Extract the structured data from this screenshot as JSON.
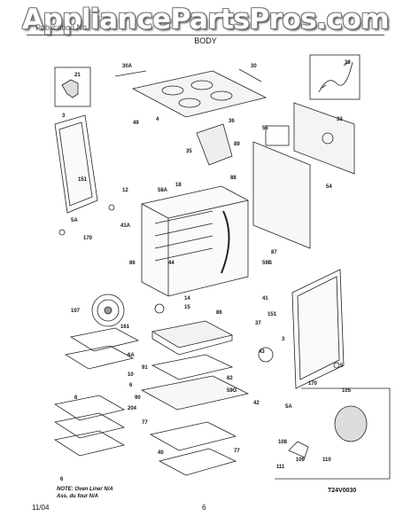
{
  "watermark": "AppliancePartsPros.com",
  "header": {
    "left": "Publication No.",
    "right": "",
    "title": "BODY"
  },
  "note": {
    "line1": "NOTE: Oven Liner N/A",
    "line2": "Ass. du four N/A"
  },
  "diagram_code": "T24V0030",
  "footer": {
    "date": "11/04",
    "page": "6"
  },
  "callouts": {
    "c21": "21",
    "c30a": "30A",
    "c30": "30",
    "c39": "39",
    "c3a": "3",
    "c4": "4",
    "c49": "49",
    "c33": "33",
    "c36": "36",
    "c55": "55",
    "c151a": "151",
    "c35": "35",
    "c89": "89",
    "c12": "12",
    "c58a": "58A",
    "c18": "18",
    "c88": "88",
    "c54": "54",
    "c5a": "5A",
    "c170a": "170",
    "c41a": "41A",
    "c86a": "86",
    "c44": "44",
    "c87": "87",
    "c59b": "59B",
    "c107": "107",
    "c14": "14",
    "c41": "41",
    "c15": "15",
    "c86b": "86",
    "c151b": "151",
    "c161": "161",
    "c37": "37",
    "c3b": "3",
    "c43": "43",
    "c6a": "6A",
    "c10": "10",
    "c91": "91",
    "c82": "82",
    "c59g": "59G",
    "c5": "5",
    "c6b": "6",
    "c204": "204",
    "c6c": "6",
    "c90": "90",
    "c42": "42",
    "c170b": "170",
    "c105": "105",
    "c77a": "77",
    "c5a2": "5A",
    "c6d": "6",
    "c40": "40",
    "c77b": "77",
    "c108": "108",
    "c109": "109",
    "c110": "110",
    "c111": "111"
  }
}
